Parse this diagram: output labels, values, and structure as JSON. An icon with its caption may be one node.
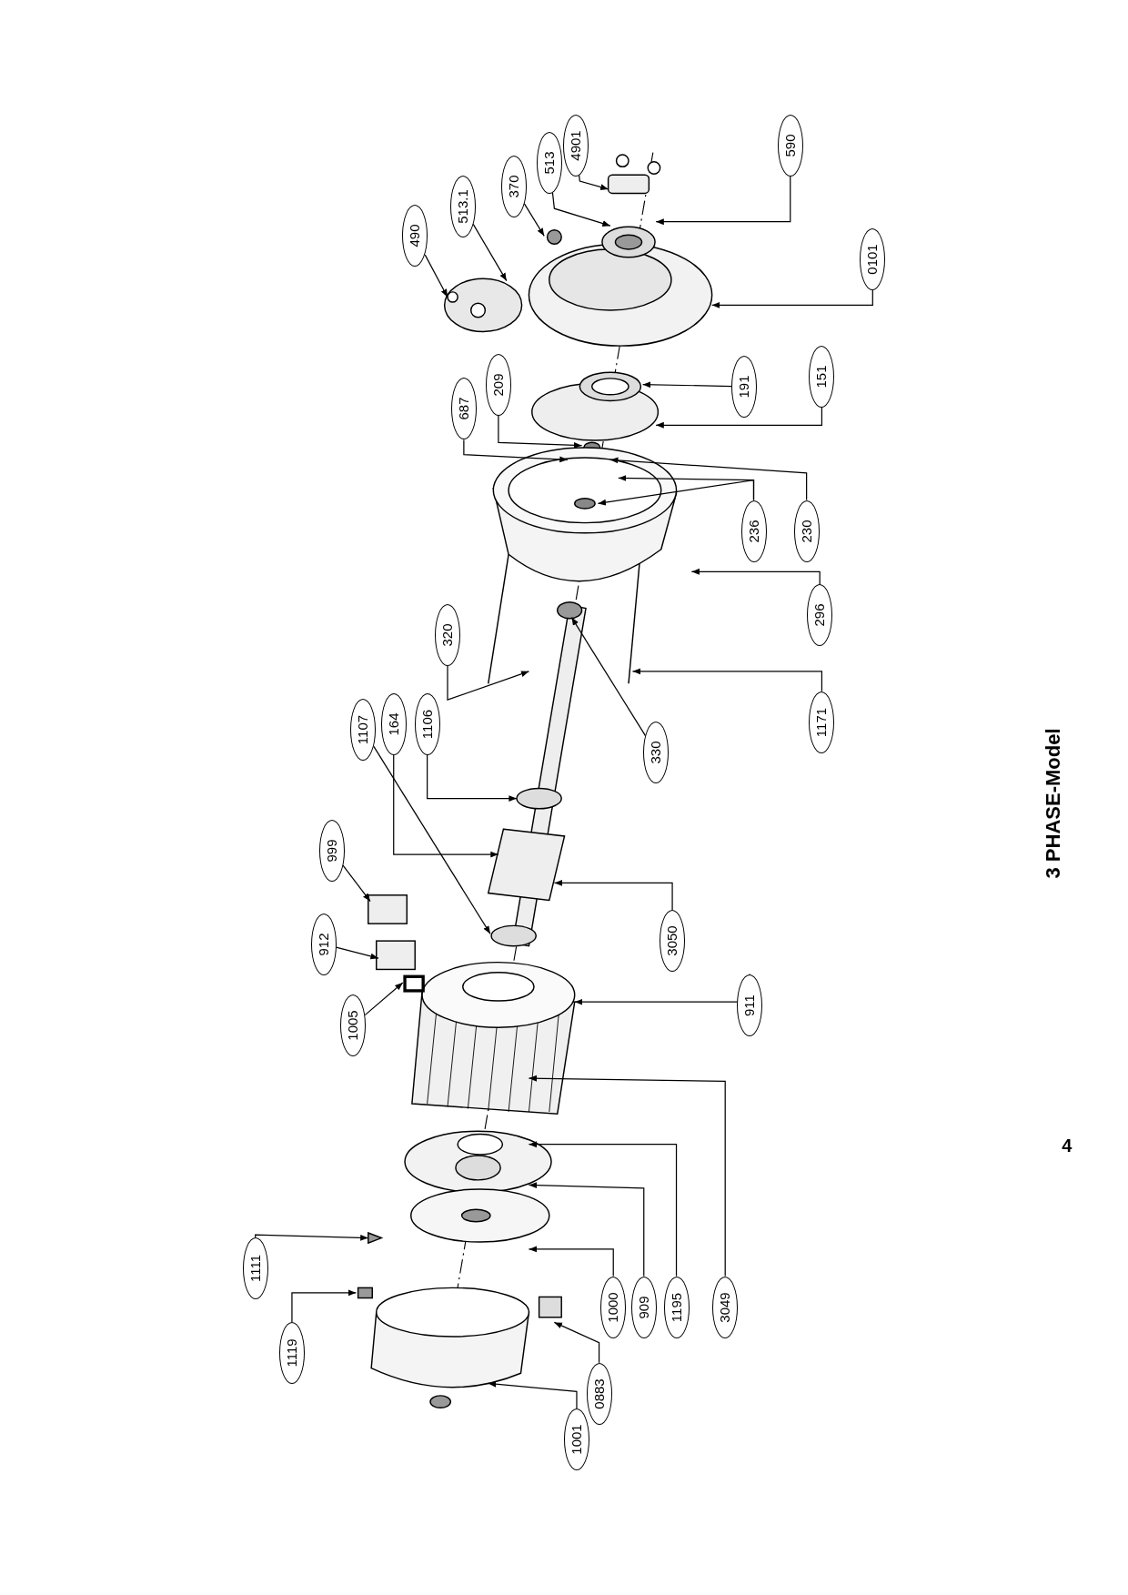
{
  "diagram": {
    "title": "3 PHASE-Model",
    "nodes": [
      {
        "text": [
          "490"
        ]
      },
      {
        "text": [
          "513.1"
        ]
      },
      {
        "text": [
          "370"
        ]
      },
      {
        "text": [
          "513"
        ]
      },
      {
        "text": [
          "4901"
        ]
      },
      {
        "text": [
          "590"
        ]
      },
      {
        "text": [
          "0101"
        ]
      },
      {
        "text": [
          "687"
        ]
      },
      {
        "text": [
          "209"
        ]
      },
      {
        "text": [
          "191"
        ]
      },
      {
        "text": [
          "151"
        ]
      },
      {
        "text": [
          "236"
        ]
      },
      {
        "text": [
          "230"
        ]
      },
      {
        "text": [
          "296"
        ]
      },
      {
        "text": [
          "320"
        ]
      },
      {
        "text": [
          "1171"
        ]
      },
      {
        "text": [
          "1107"
        ]
      },
      {
        "text": [
          "164"
        ]
      },
      {
        "text": [
          "1106"
        ]
      },
      {
        "text": [
          "330"
        ]
      },
      {
        "text": [
          "999"
        ]
      },
      {
        "text": [
          "912"
        ]
      },
      {
        "text": [
          "3050"
        ]
      },
      {
        "text": [
          "1005"
        ]
      },
      {
        "text": [
          "911"
        ]
      },
      {
        "text": [
          "1111"
        ]
      },
      {
        "text": [
          "1119"
        ]
      },
      {
        "text": [
          "1000"
        ]
      },
      {
        "text": [
          "909"
        ]
      },
      {
        "text": [
          "1195"
        ]
      },
      {
        "text": [
          "3049"
        ]
      },
      {
        "text": [
          "0883"
        ]
      },
      {
        "text": [
          "1001"
        ]
      }
    ],
    "edges": [
      {
        "from": 0,
        "to": null,
        "arrow": "to"
      },
      {
        "from": 1,
        "to": null,
        "arrow": "to"
      },
      {
        "from": 2,
        "to": null,
        "arrow": "to"
      },
      {
        "from": 3,
        "to": null,
        "arrow": "to"
      },
      {
        "from": 4,
        "to": null,
        "arrow": "to"
      },
      {
        "from": 5,
        "to": null,
        "arrow": "to"
      },
      {
        "from": 6,
        "to": null,
        "arrow": "to"
      },
      {
        "from": 7,
        "to": null,
        "arrow": "to"
      },
      {
        "from": 8,
        "to": null,
        "arrow": "to"
      },
      {
        "from": 9,
        "to": null,
        "arrow": "to"
      },
      {
        "from": 10,
        "to": null,
        "arrow": "to"
      },
      {
        "from": 11,
        "to": null,
        "arrow": "to"
      },
      {
        "from": 11,
        "to": null,
        "arrow": "to"
      },
      {
        "from": 12,
        "to": null,
        "arrow": "to"
      },
      {
        "from": 13,
        "to": null,
        "arrow": "to"
      },
      {
        "from": 14,
        "to": null,
        "arrow": "to"
      },
      {
        "from": 15,
        "to": null,
        "arrow": "to"
      },
      {
        "from": 16,
        "to": null,
        "arrow": "to"
      },
      {
        "from": 17,
        "to": null,
        "arrow": "to"
      },
      {
        "from": 18,
        "to": null,
        "arrow": "to"
      },
      {
        "from": 19,
        "to": null,
        "arrow": "to"
      },
      {
        "from": 20,
        "to": null,
        "arrow": "to"
      },
      {
        "from": 21,
        "to": null,
        "arrow": "to"
      },
      {
        "from": 22,
        "to": null,
        "arrow": "to"
      },
      {
        "from": 23,
        "to": null,
        "arrow": "to"
      },
      {
        "from": 24,
        "to": null,
        "arrow": "to"
      },
      {
        "from": 25,
        "to": null,
        "arrow": "to"
      },
      {
        "from": 26,
        "to": null,
        "arrow": "to"
      },
      {
        "from": 27,
        "to": null,
        "arrow": "to"
      },
      {
        "from": 28,
        "to": null,
        "arrow": "to"
      },
      {
        "from": 29,
        "to": null,
        "arrow": "to"
      },
      {
        "from": 30,
        "to": null,
        "arrow": "to"
      },
      {
        "from": 31,
        "to": null,
        "arrow": "to"
      },
      {
        "from": 32,
        "to": null,
        "arrow": "to"
      }
    ],
    "labels": [
      "4"
    ]
  }
}
